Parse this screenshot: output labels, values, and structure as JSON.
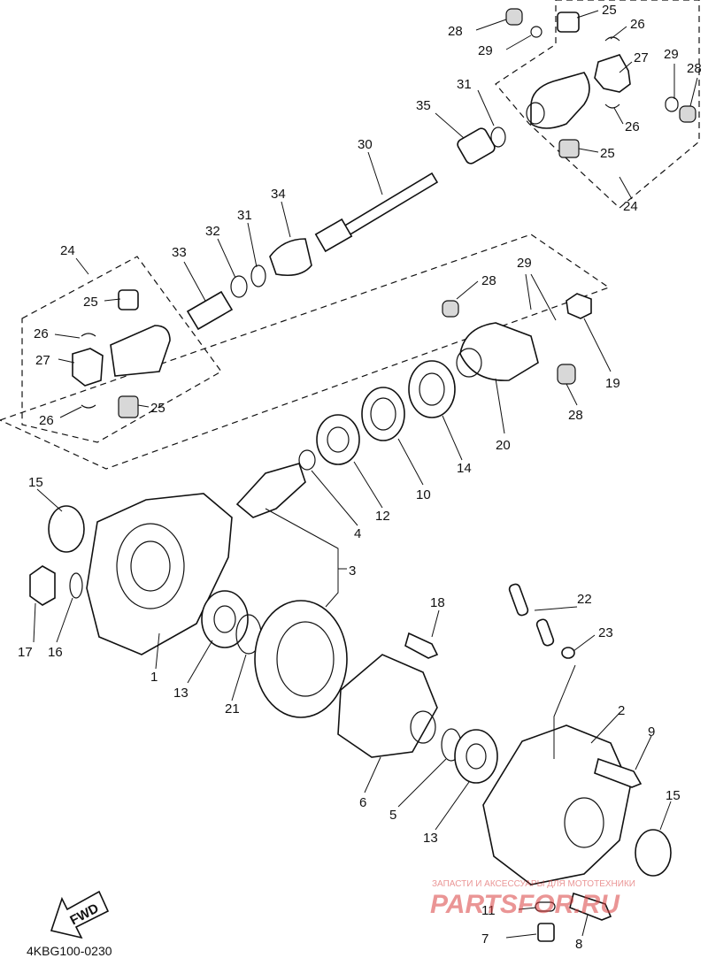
{
  "diagram_code": "4KBG100-0230",
  "direction_label": "FWD",
  "watermark": {
    "caption": "ЗАПАСТИ И АКСЕССУАРЫ ДЛЯ МОТОТЕХНИКИ",
    "brand": "PARTSFOR.RU"
  },
  "part_labels": [
    "1",
    "2",
    "3",
    "4",
    "5",
    "6",
    "7",
    "8",
    "9",
    "10",
    "11",
    "12",
    "13",
    "14",
    "15",
    "16",
    "17",
    "18",
    "19",
    "20",
    "21",
    "22",
    "23",
    "24",
    "25",
    "26",
    "27",
    "28",
    "29",
    "30",
    "31",
    "32",
    "33",
    "34",
    "35"
  ],
  "colors": {
    "line": "#111111",
    "background": "#ffffff",
    "watermark": "#d94040"
  }
}
